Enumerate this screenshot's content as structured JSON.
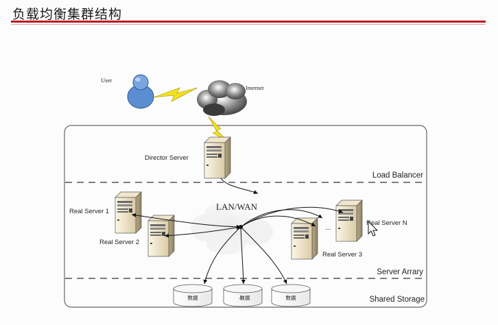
{
  "title": "负载均衡集群结构",
  "nodes": {
    "user": "User",
    "internet": "Internet",
    "director": "Director Server",
    "network": "LAN/WAN",
    "real1": "Real Server 1",
    "real2": "Real Server 2",
    "real3": "Real Server 3",
    "realN": "Real Server N",
    "ellipsis_servers": "...",
    "ellipsis_storage": "...",
    "disk_label": "数据"
  },
  "layers": {
    "load_balancer": "Load Balancer",
    "server_array": "Server Arrary",
    "shared_storage": "Shared Storage"
  },
  "colors": {
    "title_rule": "#c0141c",
    "lightning": "#f2e21c",
    "user": "#5b8ed0",
    "server": "#e8dcc0"
  },
  "icons": [
    "user-icon",
    "cloud-icon",
    "lightning-icon",
    "server-icon",
    "disk-icon",
    "cursor-icon"
  ]
}
